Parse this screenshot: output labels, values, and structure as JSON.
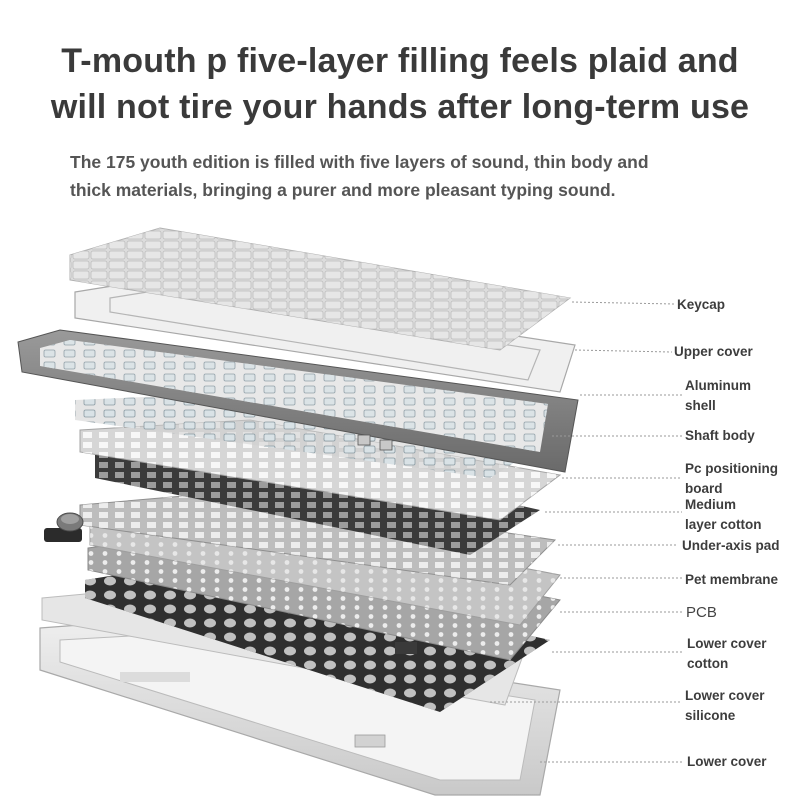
{
  "headline": {
    "line1": "T-mouth p five-layer filling feels plaid and",
    "line2": "will not tire your hands after long-term use"
  },
  "subheadline": {
    "line1": "The 175 youth edition is filled with five layers of sound, thin body and",
    "line2": "thick materials, bringing a purer and more pleasant typing sound."
  },
  "layers": [
    {
      "id": "keycap",
      "label": [
        "Keycap"
      ]
    },
    {
      "id": "upper-cover",
      "label": [
        "Upper cover"
      ]
    },
    {
      "id": "aluminum-shell",
      "label": [
        "Aluminum",
        "shell"
      ]
    },
    {
      "id": "shaft-body",
      "label": [
        "Shaft body"
      ]
    },
    {
      "id": "pc-positioning-board",
      "label": [
        "Pc positioning",
        "board"
      ]
    },
    {
      "id": "medium-layer-cotton",
      "label": [
        "Medium",
        "layer cotton"
      ]
    },
    {
      "id": "under-axis-pad",
      "label": [
        "Under-axis pad"
      ]
    },
    {
      "id": "pet-membrane",
      "label": [
        "Pet membrane"
      ]
    },
    {
      "id": "pcb",
      "label": [
        "PCB"
      ]
    },
    {
      "id": "lower-cover-cotton",
      "label": [
        "Lower cover",
        "cotton"
      ]
    },
    {
      "id": "lower-cover-silicone",
      "label": [
        "Lower cover",
        "silicone"
      ]
    },
    {
      "id": "lower-cover",
      "label": [
        "Lower cover"
      ]
    }
  ]
}
